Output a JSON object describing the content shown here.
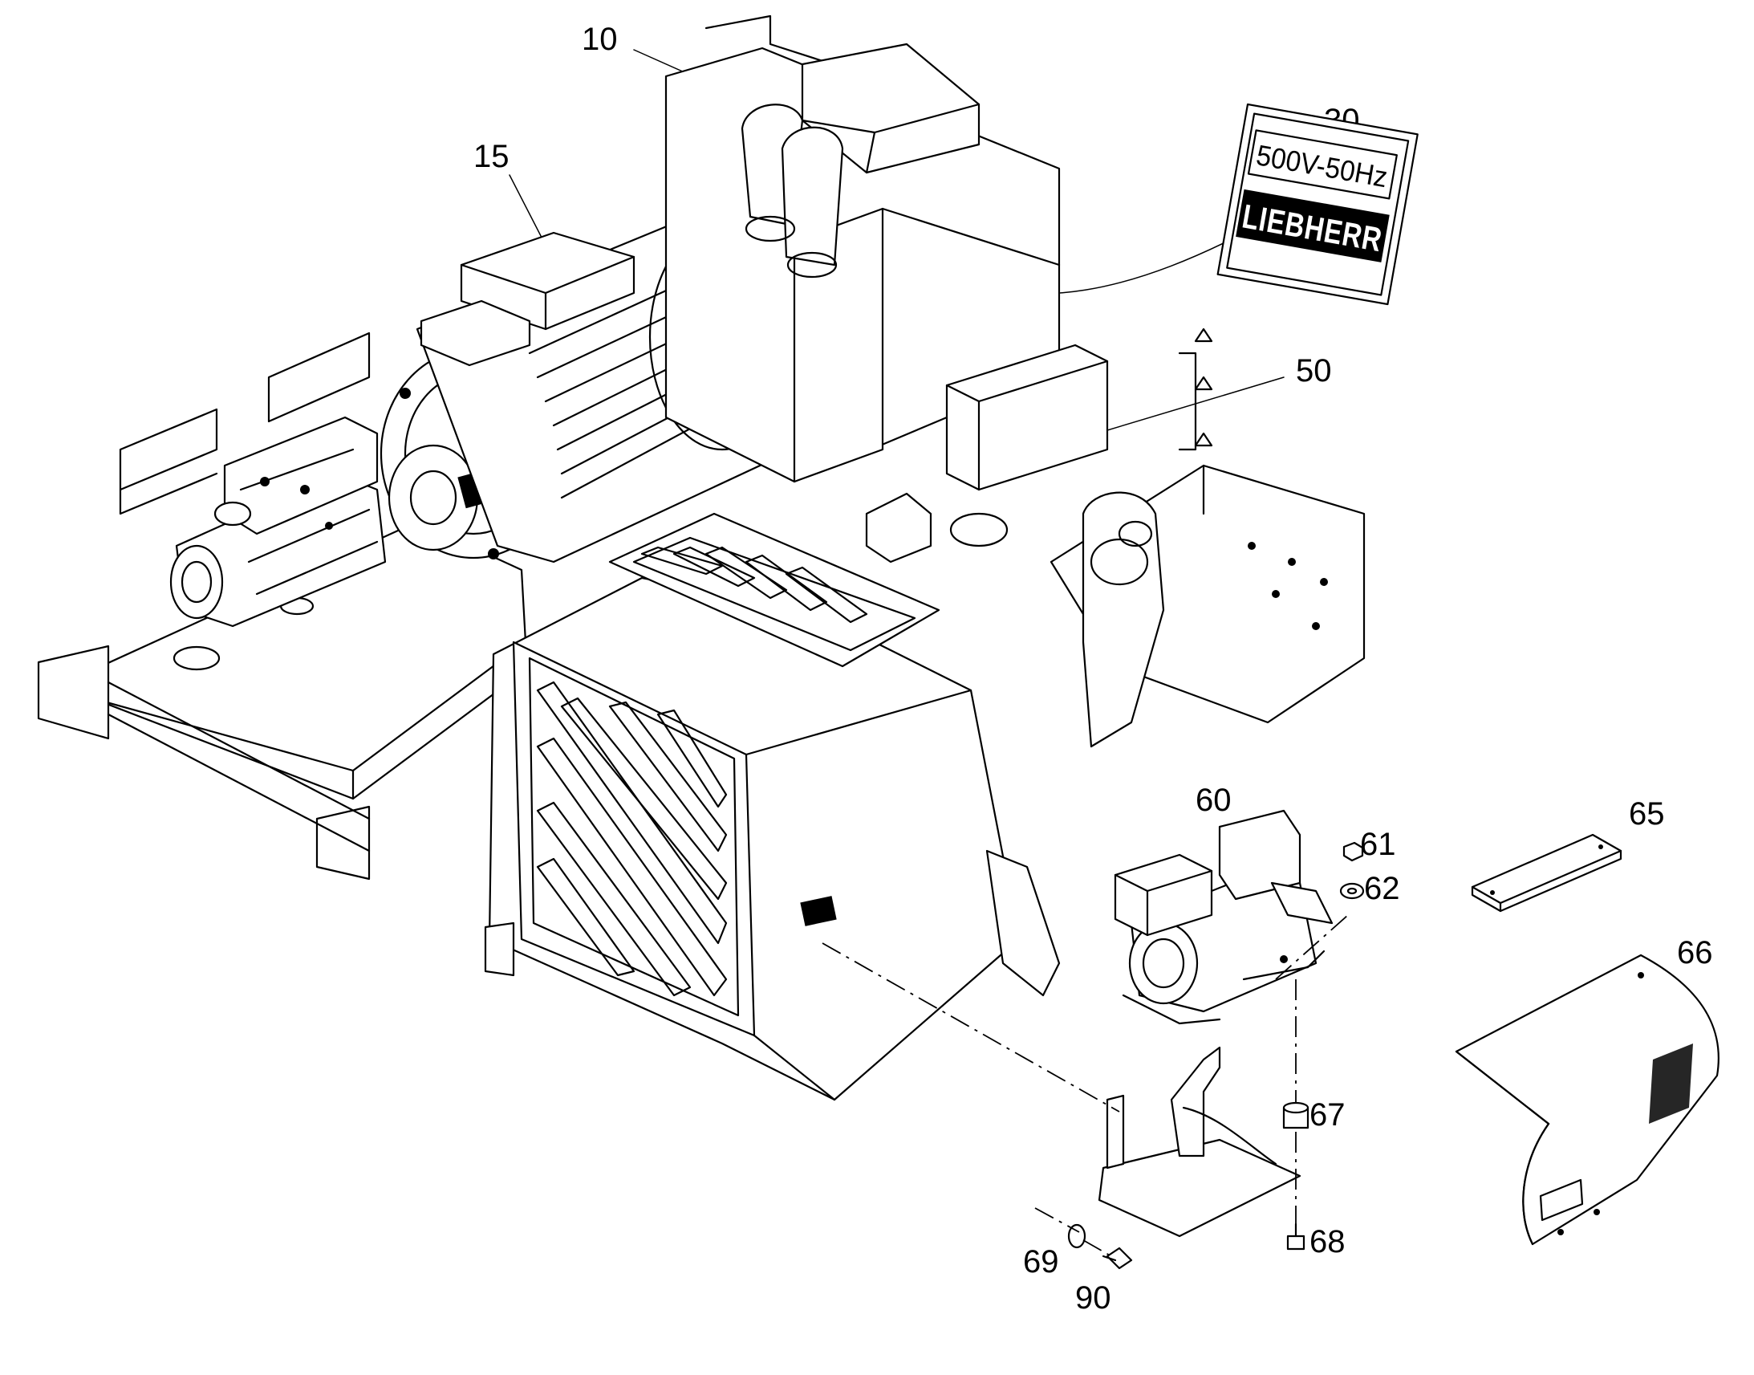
{
  "diagram": {
    "callouts": [
      {
        "id": "10",
        "text": "10"
      },
      {
        "id": "15",
        "text": "15"
      },
      {
        "id": "30",
        "text": "30"
      },
      {
        "id": "50",
        "text": "50"
      },
      {
        "id": "60",
        "text": "60"
      },
      {
        "id": "61",
        "text": "61"
      },
      {
        "id": "62",
        "text": "62"
      },
      {
        "id": "65",
        "text": "65"
      },
      {
        "id": "66",
        "text": "66"
      },
      {
        "id": "67",
        "text": "67"
      },
      {
        "id": "68",
        "text": "68"
      },
      {
        "id": "69",
        "text": "69"
      },
      {
        "id": "90",
        "text": "90"
      }
    ],
    "nameplate": {
      "rating": "500V-50Hz",
      "brand": "LIEBHERR"
    },
    "colors": {
      "line": "#000000",
      "background": "#ffffff"
    }
  }
}
